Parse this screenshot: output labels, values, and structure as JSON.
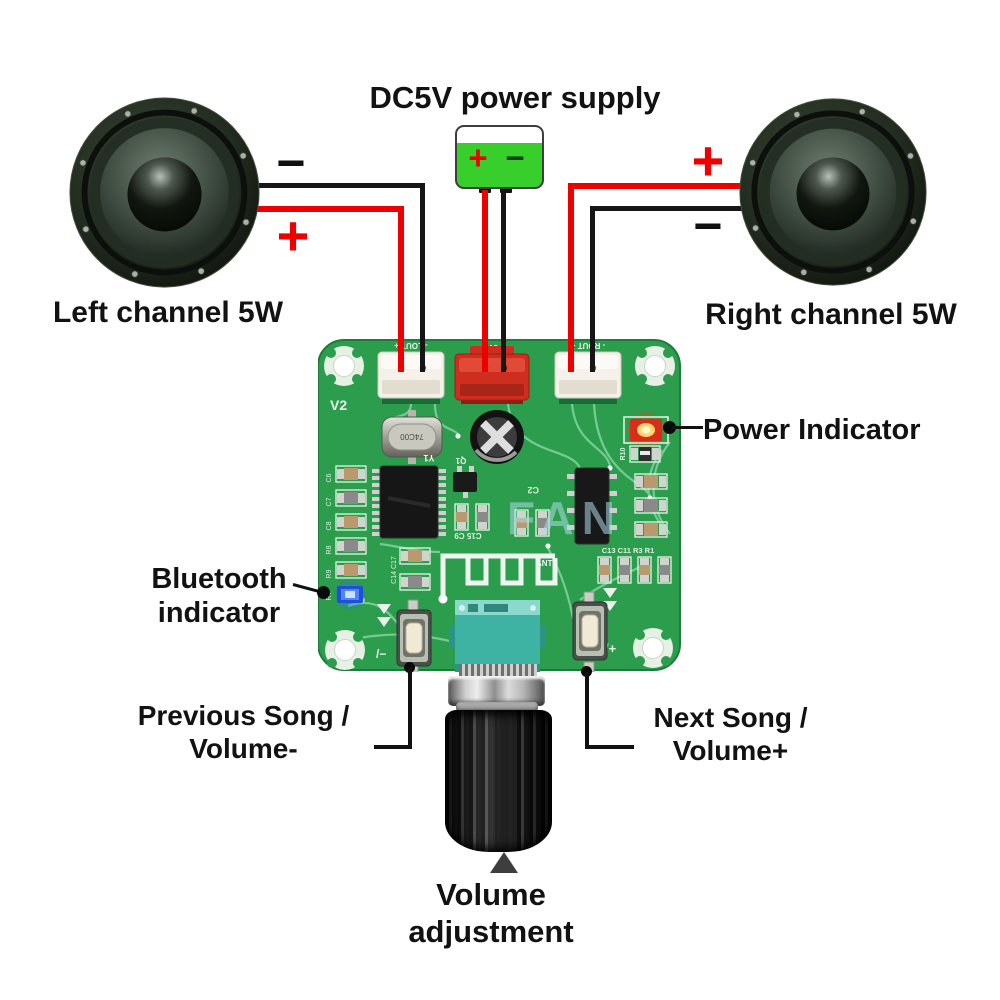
{
  "title": "DC5V power supply",
  "speakers": {
    "left_label": "Left channel 5W",
    "right_label": "Right channel 5W"
  },
  "signs": {
    "plus": "+",
    "minus": "−"
  },
  "annotations": {
    "power_indicator": "Power Indicator",
    "bluetooth_line1": "Bluetooth",
    "bluetooth_line2": "indicator",
    "prev_line1": "Previous Song /",
    "prev_line2": "Volume-",
    "next_line1": "Next Song /",
    "next_line2": "Volume+",
    "volume_line1": "Volume",
    "volume_line2": "adjustment"
  },
  "board": {
    "version": "V2",
    "silk": {
      "left_connector": "- LOUT +",
      "power_connector": "- 5V +",
      "right_connector": "- ROUT +"
    },
    "refs": {
      "y1": "Y1",
      "q1": "Q1",
      "c2": "C2",
      "ant": "ANT1",
      "c15c9": "C15 C9",
      "c14c17": "C14 C17",
      "r10": "R10",
      "r7": "R7",
      "bottom_row": "C13 C11 R3 R1"
    },
    "left_refs": [
      "C6",
      "C7",
      "C8",
      "R8",
      "R9"
    ],
    "crystal_marking": "74C00",
    "button_left_symbol": "/−",
    "button_right_symbol": "/+",
    "watermark": "FAN"
  },
  "colors": {
    "pcb_green": "#2b9d4d",
    "wire_red": "#ee0000",
    "wire_black": "#161616",
    "psu_green": "#38cf2c",
    "connector_red": "#cf2d1f",
    "pot_teal": "#3eb3a3",
    "led_red": "#e23120",
    "led_blue": "#2f62e8"
  }
}
